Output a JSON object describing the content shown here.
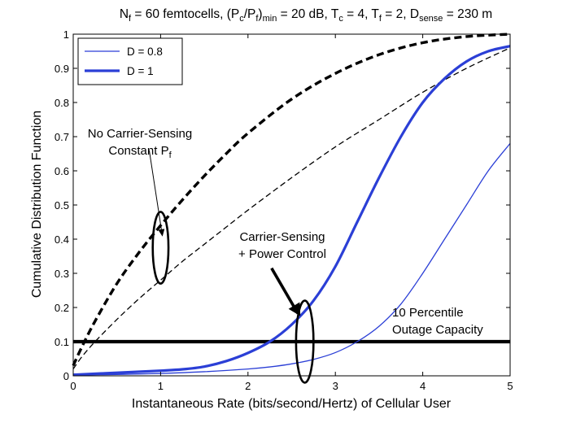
{
  "chart_data": {
    "type": "line",
    "title_parts": [
      {
        "t": "N",
        "s": "normal"
      },
      {
        "t": "f",
        "s": "sub"
      },
      {
        "t": " = 60 femtocells, (P",
        "s": "normal"
      },
      {
        "t": "c",
        "s": "sub"
      },
      {
        "t": "/P",
        "s": "normal"
      },
      {
        "t": "f",
        "s": "sub"
      },
      {
        "t": ")",
        "s": "normal"
      },
      {
        "t": "min",
        "s": "sub"
      },
      {
        "t": " = 20 dB, T",
        "s": "normal"
      },
      {
        "t": "c",
        "s": "sub"
      },
      {
        "t": " = 4, T",
        "s": "normal"
      },
      {
        "t": "f",
        "s": "sub"
      },
      {
        "t": " = 2, D",
        "s": "normal"
      },
      {
        "t": "sense",
        "s": "sub"
      },
      {
        "t": " = 230 m",
        "s": "normal"
      }
    ],
    "xlabel": "Instantaneous Rate (bits/second/Hertz) of Cellular User",
    "ylabel": "Cumulative Distribution Function",
    "xlim": [
      0,
      5
    ],
    "ylim": [
      0,
      1
    ],
    "xticks": [
      0,
      1,
      2,
      3,
      4,
      5
    ],
    "yticks": [
      0,
      0.1,
      0.2,
      0.3,
      0.4,
      0.5,
      0.6,
      0.7,
      0.8,
      0.9,
      1
    ],
    "grid": false,
    "legend": {
      "placement": "top-left",
      "entries": [
        {
          "label": "D = 0.8",
          "color": "#2b3fd6",
          "style": "thin"
        },
        {
          "label": "D = 1",
          "color": "#2b3fd6",
          "style": "thick"
        }
      ]
    },
    "series": [
      {
        "group": "carrier-sensing-power-control",
        "legend_ref": "D = 0.8",
        "color": "#2b3fd6",
        "style": "solid-thin",
        "points": [
          [
            0,
            0.002
          ],
          [
            0.5,
            0.004
          ],
          [
            1,
            0.007
          ],
          [
            1.5,
            0.012
          ],
          [
            2,
            0.02
          ],
          [
            2.25,
            0.026
          ],
          [
            2.5,
            0.035
          ],
          [
            2.75,
            0.048
          ],
          [
            3,
            0.068
          ],
          [
            3.25,
            0.1
          ],
          [
            3.5,
            0.145
          ],
          [
            3.75,
            0.21
          ],
          [
            4,
            0.3
          ],
          [
            4.25,
            0.4
          ],
          [
            4.5,
            0.5
          ],
          [
            4.75,
            0.6
          ],
          [
            5,
            0.68
          ]
        ]
      },
      {
        "group": "carrier-sensing-power-control",
        "legend_ref": "D = 1",
        "color": "#2b3fd6",
        "style": "solid-thick",
        "points": [
          [
            0,
            0.003
          ],
          [
            0.5,
            0.009
          ],
          [
            1,
            0.015
          ],
          [
            1.25,
            0.019
          ],
          [
            1.5,
            0.027
          ],
          [
            1.75,
            0.043
          ],
          [
            2,
            0.067
          ],
          [
            2.25,
            0.1
          ],
          [
            2.5,
            0.15
          ],
          [
            2.75,
            0.22
          ],
          [
            3,
            0.32
          ],
          [
            3.25,
            0.45
          ],
          [
            3.5,
            0.58
          ],
          [
            3.75,
            0.7
          ],
          [
            4,
            0.8
          ],
          [
            4.25,
            0.87
          ],
          [
            4.5,
            0.92
          ],
          [
            4.75,
            0.95
          ],
          [
            5,
            0.965
          ]
        ]
      },
      {
        "group": "no-carrier-sensing-constant-pf",
        "legend_ref": "D = 0.8",
        "color": "#000000",
        "style": "dashed-thin",
        "points": [
          [
            0,
            0.02
          ],
          [
            0.1,
            0.056
          ],
          [
            0.25,
            0.1
          ],
          [
            0.5,
            0.165
          ],
          [
            0.75,
            0.225
          ],
          [
            1,
            0.28
          ],
          [
            1.25,
            0.335
          ],
          [
            1.5,
            0.385
          ],
          [
            1.75,
            0.435
          ],
          [
            2,
            0.485
          ],
          [
            2.5,
            0.58
          ],
          [
            3,
            0.67
          ],
          [
            3.5,
            0.75
          ],
          [
            4,
            0.83
          ],
          [
            4.5,
            0.9
          ],
          [
            5,
            0.96
          ]
        ]
      },
      {
        "group": "no-carrier-sensing-constant-pf",
        "legend_ref": "D = 1",
        "color": "#000000",
        "style": "dashed-thick",
        "points": [
          [
            0,
            0.03
          ],
          [
            0.1,
            0.085
          ],
          [
            0.25,
            0.16
          ],
          [
            0.5,
            0.27
          ],
          [
            0.75,
            0.36
          ],
          [
            1,
            0.44
          ],
          [
            1.25,
            0.515
          ],
          [
            1.5,
            0.585
          ],
          [
            1.75,
            0.65
          ],
          [
            2,
            0.71
          ],
          [
            2.5,
            0.81
          ],
          [
            3,
            0.885
          ],
          [
            3.5,
            0.94
          ],
          [
            4,
            0.975
          ],
          [
            4.5,
            0.993
          ],
          [
            5,
            1.0
          ]
        ]
      },
      {
        "group": "10-percentile-outage",
        "color": "#000000",
        "style": "solid-heavy",
        "points": [
          [
            0,
            0.1
          ],
          [
            5,
            0.1
          ]
        ]
      }
    ],
    "annotations": [
      {
        "id": "no-cs",
        "lines": [
          "No Carrier-Sensing",
          "Constant P"
        ],
        "sub": "f",
        "ellipse": {
          "cx": 1.0,
          "cy": 0.375,
          "rx": 0.09,
          "ry": 0.105
        },
        "arrow": {
          "from": [
            0.87,
            0.66
          ],
          "to": [
            1.02,
            0.41
          ]
        }
      },
      {
        "id": "cs-pc",
        "lines": [
          "Carrier-Sensing",
          "+ Power Control"
        ],
        "ellipse": {
          "cx": 2.65,
          "cy": 0.1,
          "rx": 0.1,
          "ry": 0.12
        },
        "arrow": {
          "from": [
            2.27,
            0.315
          ],
          "to": [
            2.6,
            0.175
          ]
        }
      },
      {
        "id": "outage",
        "lines": [
          "10 Percentile",
          "Outage Capacity"
        ]
      }
    ]
  }
}
